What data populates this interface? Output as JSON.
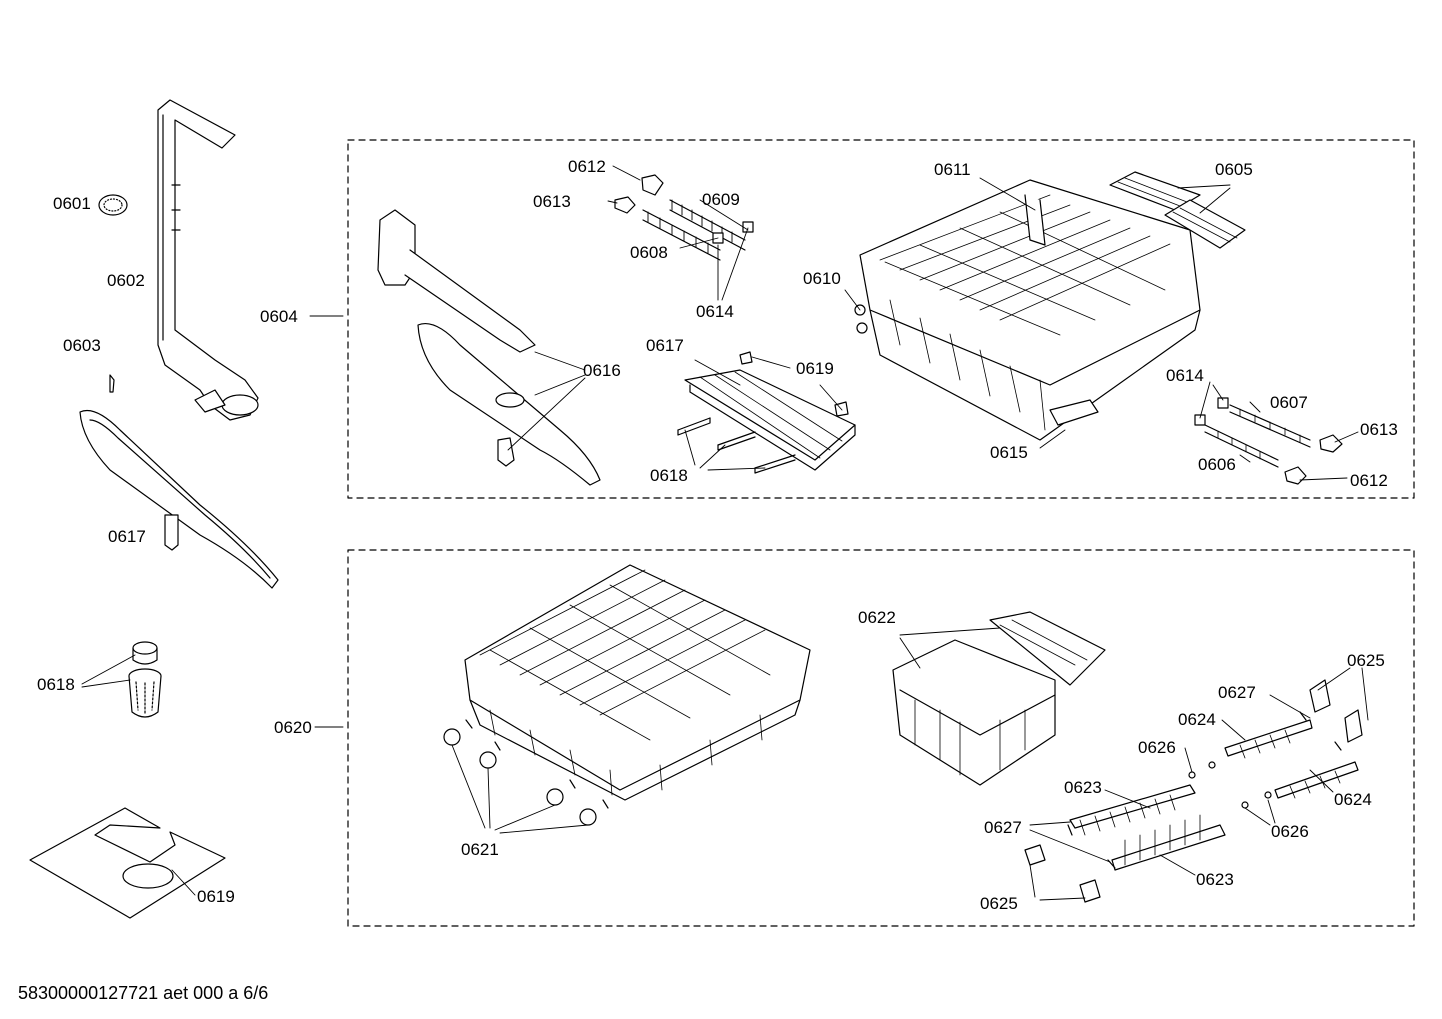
{
  "diagram": {
    "footer_code": "58300000127721 aet 000 a 6/6",
    "labels": {
      "p0601": "0601",
      "p0602": "0602",
      "p0603": "0603",
      "p0604": "0604",
      "p0605": "0605",
      "p0606": "0606",
      "p0607": "0607",
      "p0608": "0608",
      "p0609": "0609",
      "p0610": "0610",
      "p0611": "0611",
      "p0612a": "0612",
      "p0612b": "0612",
      "p0613a": "0613",
      "p0613b": "0613",
      "p0614a": "0614",
      "p0614b": "0614",
      "p0615": "0615",
      "p0616": "0616",
      "p0617a": "0617",
      "p0617b": "0617",
      "p0618a": "0618",
      "p0618b": "0618",
      "p0619a": "0619",
      "p0619b": "0619",
      "p0620": "0620",
      "p0621": "0621",
      "p0622": "0622",
      "p0623a": "0623",
      "p0623b": "0623",
      "p0624a": "0624",
      "p0624b": "0624",
      "p0625a": "0625",
      "p0625b": "0625",
      "p0626a": "0626",
      "p0626b": "0626",
      "p0627a": "0627",
      "p0627b": "0627"
    },
    "colors": {
      "line": "#000000",
      "fill": "#ffffff",
      "shade": "#e8e8e8"
    }
  }
}
